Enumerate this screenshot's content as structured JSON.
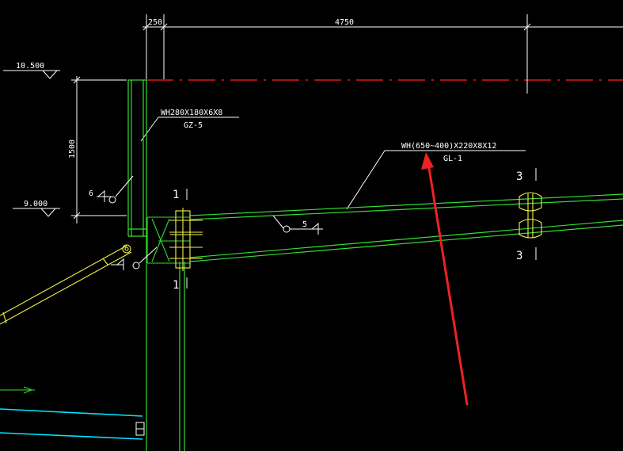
{
  "drawing": {
    "dims": {
      "top_left": "250",
      "top_main": "4750",
      "vertical": "1500"
    },
    "levels": {
      "upper": "10.500",
      "lower": "9.000"
    },
    "column_tag": {
      "section": "WH280X180X6X8",
      "name": "GZ-5"
    },
    "beam_tag": {
      "section": "WH(650~400)X220X8X12",
      "name": "GL-1"
    },
    "weld_symbols": {
      "left": "6",
      "mid": "5"
    },
    "section_marks": {
      "left_top": "1",
      "left_bottom": "1",
      "right_top": "3",
      "right_bottom": "3"
    },
    "colors": {
      "background": "#000000",
      "steel": "#33dd33",
      "detail": "#f2f24a",
      "dimension": "#ffffff",
      "centerline": "#ff2222",
      "foundation": "#00e5ff",
      "arrow": "#ee2222"
    }
  }
}
